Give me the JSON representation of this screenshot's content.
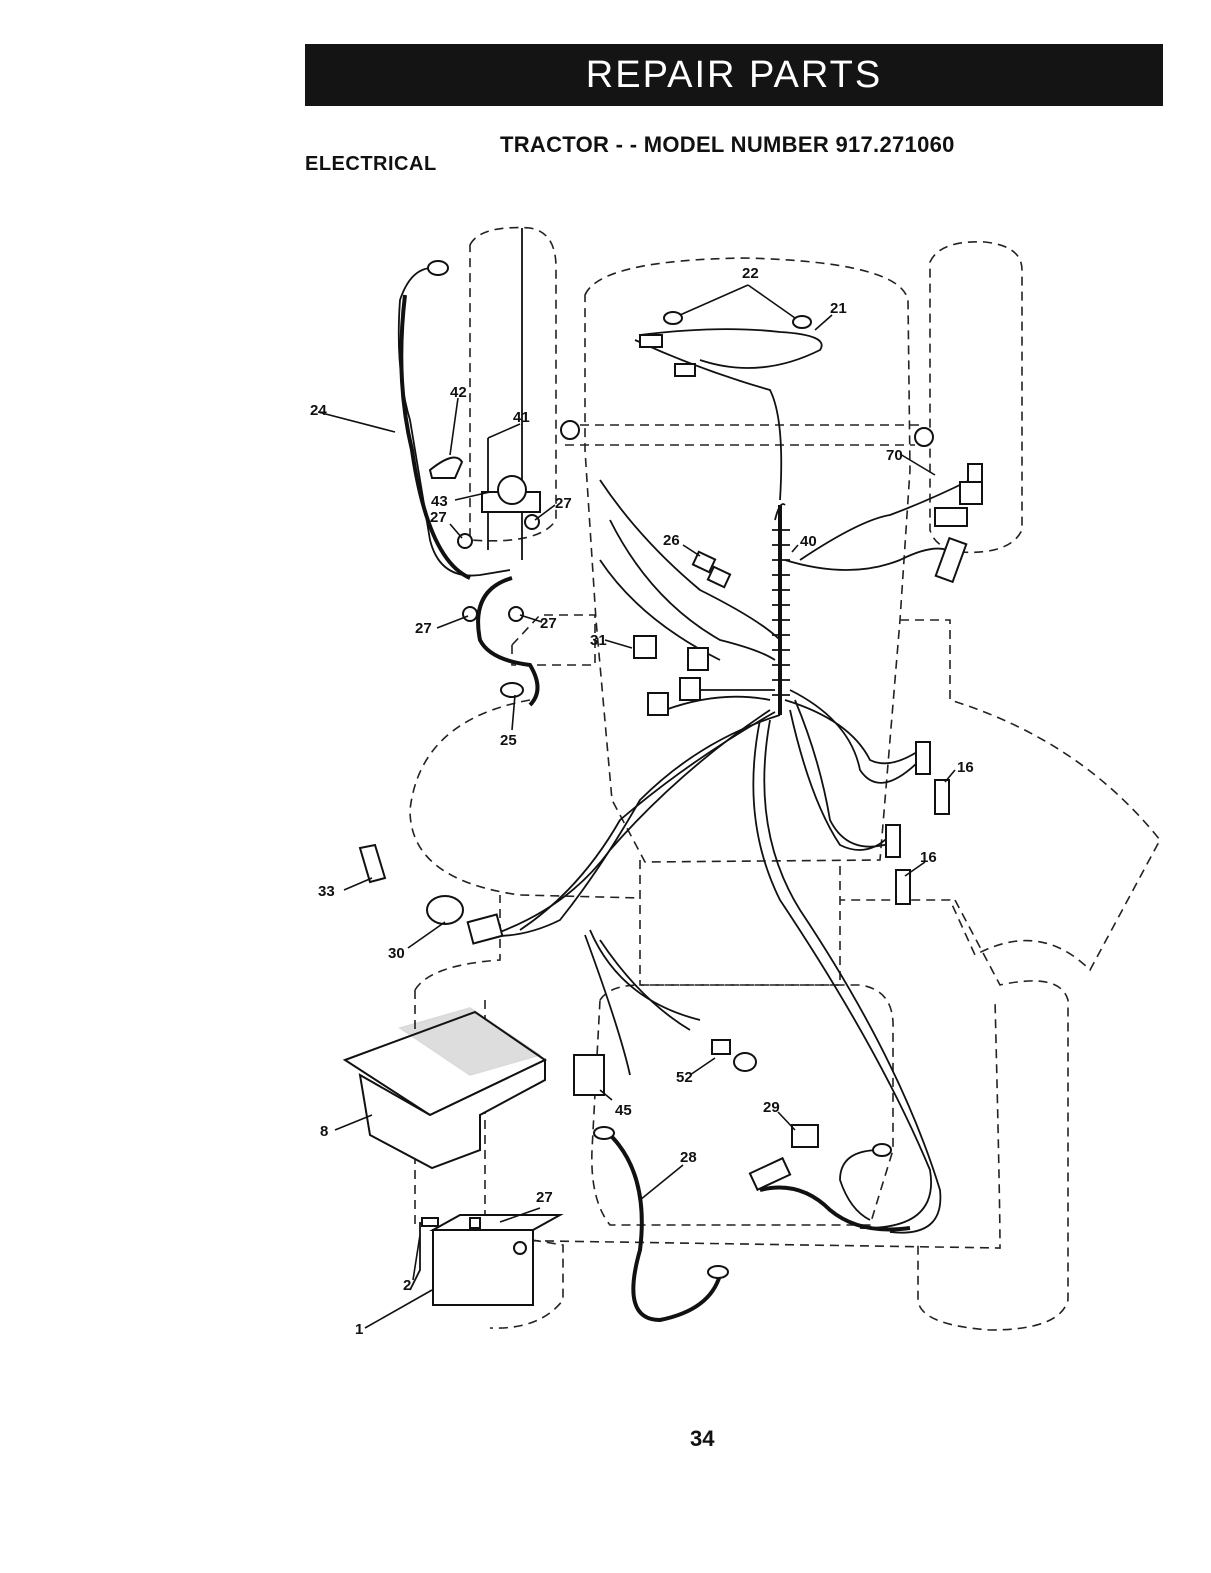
{
  "header": {
    "banner": "REPAIR PARTS",
    "model": "TRACTOR - - MODEL NUMBER 917.271060",
    "section": "ELECTRICAL"
  },
  "callouts": [
    "22",
    "21",
    "42",
    "41",
    "24",
    "43",
    "27",
    "27",
    "70",
    "40",
    "26",
    "27",
    "27",
    "31",
    "25",
    "16",
    "16",
    "33",
    "30",
    "8",
    "52",
    "45",
    "29",
    "28",
    "27",
    "2",
    "1"
  ],
  "footer": {
    "page_number": "34"
  }
}
